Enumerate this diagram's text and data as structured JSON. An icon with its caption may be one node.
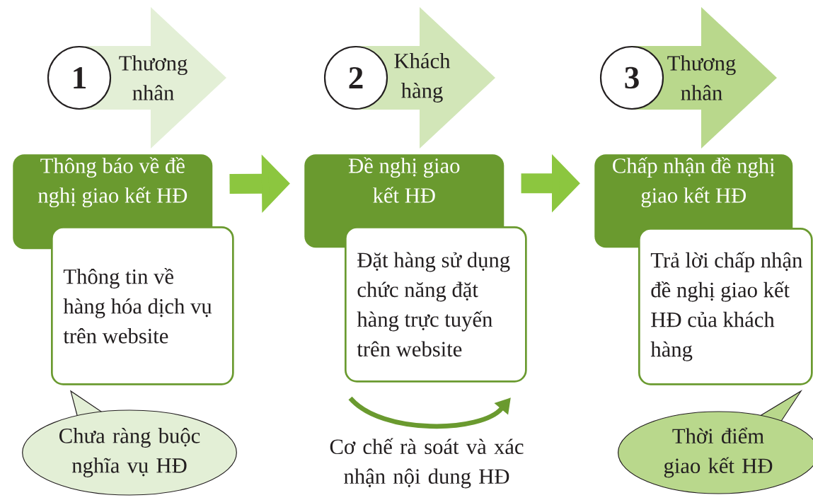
{
  "diagram": {
    "nodes": [
      {
        "text": [
          "1"
        ]
      },
      {
        "text": [
          "Thương nhân"
        ]
      },
      {
        "text": [
          "2"
        ]
      },
      {
        "text": [
          "Khách hàng"
        ]
      },
      {
        "text": [
          "3"
        ]
      },
      {
        "text": [
          "Thương nhân"
        ]
      },
      {
        "text": [
          "Thông báo về đề nghị giao kết HĐ"
        ]
      },
      {
        "text": [
          "Thông tin về hàng hóa dịch vụ trên website"
        ]
      },
      {
        "text": [
          "Chưa ràng buộc nghĩa vụ HĐ"
        ]
      },
      {
        "text": [
          "Đề nghị giao kết HĐ"
        ]
      },
      {
        "text": [
          "Đặt hàng sử dụng chức năng đặt hàng trực tuyến trên website"
        ]
      },
      {
        "text": [
          "Chấp nhận đề nghị giao kết HĐ"
        ]
      },
      {
        "text": [
          "Trả lời chấp nhận đề nghị giao kết HĐ của khách hàng"
        ]
      },
      {
        "text": [
          "Thời điểm giao kết HĐ"
        ]
      }
    ],
    "edges": [
      {
        "from": 6,
        "to": 9,
        "arrow": "to"
      },
      {
        "from": 9,
        "to": 11,
        "arrow": "to"
      }
    ],
    "labels": [
      "Cơ chế rà soát và xác nhận nội dung HĐ"
    ]
  }
}
